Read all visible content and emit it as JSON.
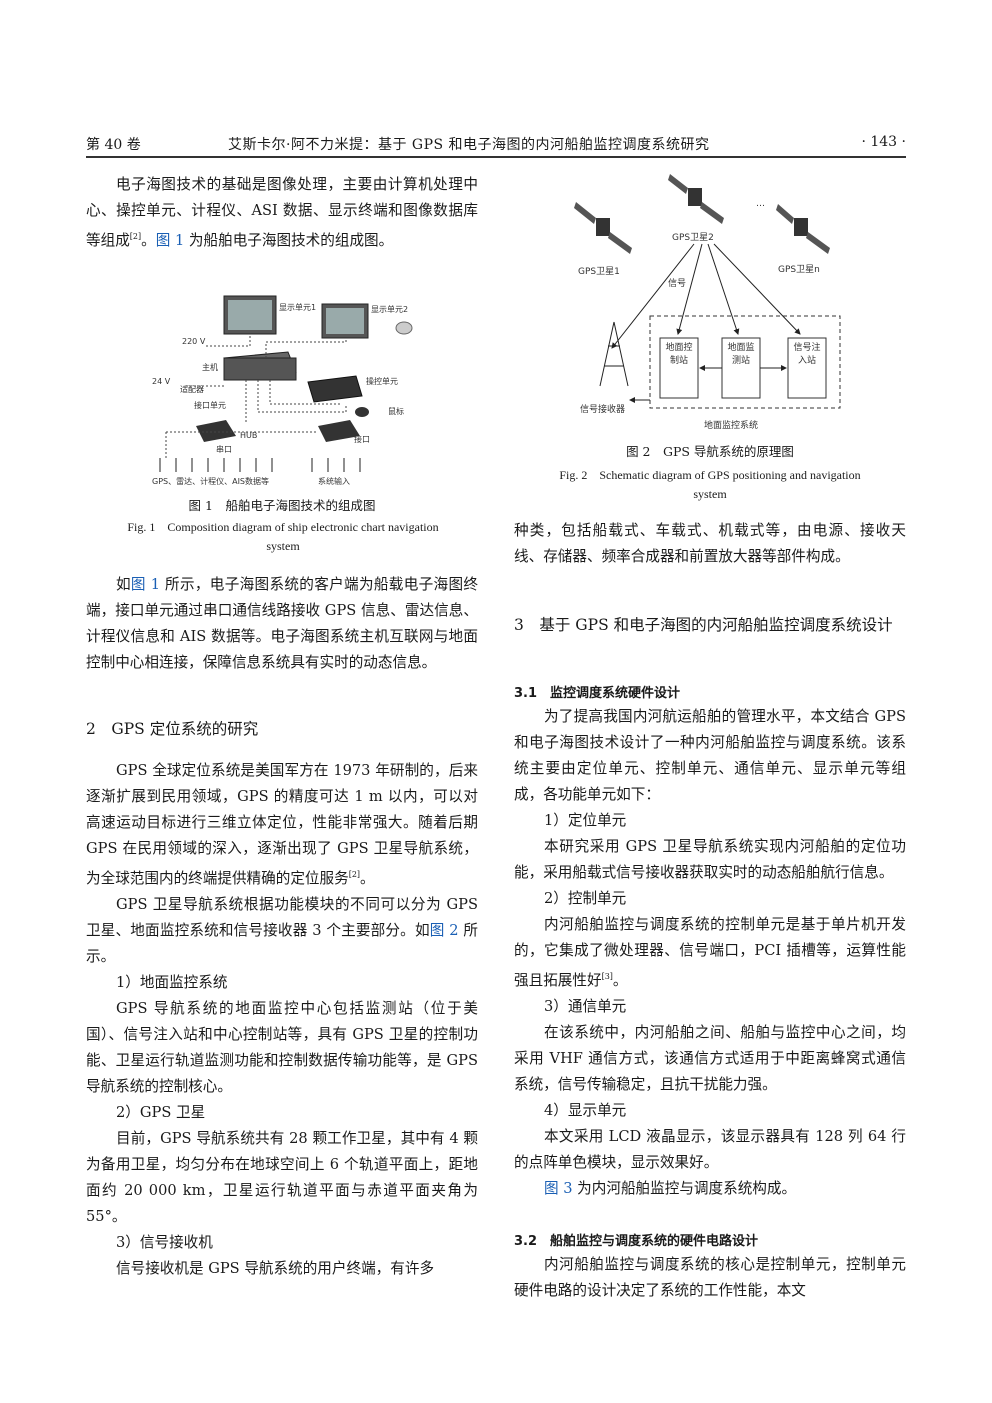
{
  "header": {
    "volume": "第 40 卷",
    "title": "艾斯卡尔·阿不力米提：基于 GPS 和电子海图的内河船舶监控调度系统研究",
    "page": "· 143 ·"
  },
  "left": {
    "p1_a": "电子海图技术的基础是图像处理，主要由计算机处理中心、操控单元、计程仪、ASI 数据、显示终端和图像数据库等组成",
    "p1_sup": "[2]",
    "p1_b": "。",
    "p1_ref": "图 1",
    "p1_c": " 为船舶电子海图技术的组成图。",
    "fig1": {
      "labels": {
        "disp1": "显示单元1",
        "disp2": "显示单元2",
        "v220": "220 V",
        "host": "主机",
        "v24": "24 V",
        "adapter": "适配器",
        "iface": "接口单元",
        "control": "操控单元",
        "mouse": "鼠标",
        "hub": "HUB",
        "port": "串口",
        "port2": "接口",
        "bottom_left": "GPS、雷达、计程仪、AIS数据等",
        "bottom_right": "系统输入"
      },
      "caption_cn": "图 1　船舶电子海图技术的组成图",
      "caption_en": "Fig. 1　Composition diagram of ship electronic chart navigation system"
    },
    "p2_a": "如",
    "p2_ref": "图 1",
    "p2_b": " 所示，电子海图系统的客户端为船载电子海图终端，接口单元通过串口通信线路接收 GPS 信息、雷达信息、计程仪信息和 AIS 数据等。电子海图系统主机互联网与地面控制中心相连接，保障信息系统具有实时的动态信息。",
    "sec2": "2　GPS 定位系统的研究",
    "p3_a": "GPS 全球定位系统是美国军方在 1973 年研制的，后来逐渐扩展到民用领域，GPS 的精度可达 1 m 以内，可以对高速运动目标进行三维立体定位，性能非常强大。随着后期 GPS 在民用领域的深入，逐渐出现了 GPS 卫星导航系统，为全球范围内的终端提供精确的定位服务",
    "p3_sup": "[2]",
    "p3_b": "。",
    "p4_a": "GPS 卫星导航系统根据功能模块的不同可以分为 GPS 卫星、地面监控系统和信号接收器 3 个主要部分。如",
    "p4_ref": "图 2",
    "p4_b": " 所示。",
    "item1": "1）地面监控系统",
    "p5": "GPS 导航系统的地面监控中心包括监测站（位于美国）、信号注入站和中心控制站等，具有 GPS 卫星的控制功能、卫星运行轨道监测功能和控制数据传输功能等，是 GPS 导航系统的控制核心。",
    "item2": "2）GPS 卫星",
    "p6": "目前，GPS 导航系统共有 28 颗工作卫星，其中有 4 颗为备用卫星，均匀分布在地球空间上 6 个轨道平面上，距地面约 20 000 km，卫星运行轨道平面与赤道平面夹角为 55°。",
    "item3": "3）信号接收机",
    "p7": "信号接收机是 GPS 导航系统的用户终端，有许多"
  },
  "right": {
    "fig2": {
      "sat1": "GPS卫星1",
      "sat2": "GPS卫星2",
      "satn": "GPS卫星n",
      "dots": "…",
      "signal": "信号",
      "ground1": "地面控制站",
      "ground2": "地面监测站",
      "ground3": "信号注入站",
      "receiver": "信号接收器",
      "system": "地面监控系统",
      "caption_cn": "图 2　GPS 导航系统的原理图",
      "caption_en": "Fig. 2　Schematic diagram of GPS positioning and navigation system"
    },
    "p1": "种类，包括船载式、车载式、机载式等，由电源、接收天线、存储器、频率合成器和前置放大器等部件构成。",
    "sec3": "3　基于 GPS 和电子海图的内河船舶监控调度系统设计",
    "sub31": "3.1　监控调度系统硬件设计",
    "p2": "为了提高我国内河航运船舶的管理水平，本文结合 GPS 和电子海图技术设计了一种内河船舶监控与调度系统。该系统主要由定位单元、控制单元、通信单元、显示单元等组成，各功能单元如下：",
    "item1": "1）定位单元",
    "p3": "本研究采用 GPS 卫星导航系统实现内河船舶的定位功能，采用船载式信号接收器获取实时的动态船舶航行信息。",
    "item2": "2）控制单元",
    "p4_a": "内河船舶监控与调度系统的控制单元是基于单片机开发的，它集成了微处理器、信号端口，PCI 插槽等，运算性能强且拓展性好",
    "p4_sup": "[3]",
    "p4_b": "。",
    "item3": "3）通信单元",
    "p5": "在该系统中，内河船舶之间、船舶与监控中心之间，均采用 VHF 通信方式，该通信方式适用于中距离蜂窝式通信系统，信号传输稳定，且抗干扰能力强。",
    "item4": "4）显示单元",
    "p6": "本文采用 LCD 液晶显示，该显示器具有 128 列 64 行的点阵单色模块，显示效果好。",
    "p7_ref": "图 3",
    "p7_b": " 为内河船舶监控与调度系统构成。",
    "sub32": "3.2　船舶监控与调度系统的硬件电路设计",
    "p8": "内河船舶监控与调度系统的核心是控制单元，控制单元硬件电路的设计决定了系统的工作性能，本文"
  }
}
